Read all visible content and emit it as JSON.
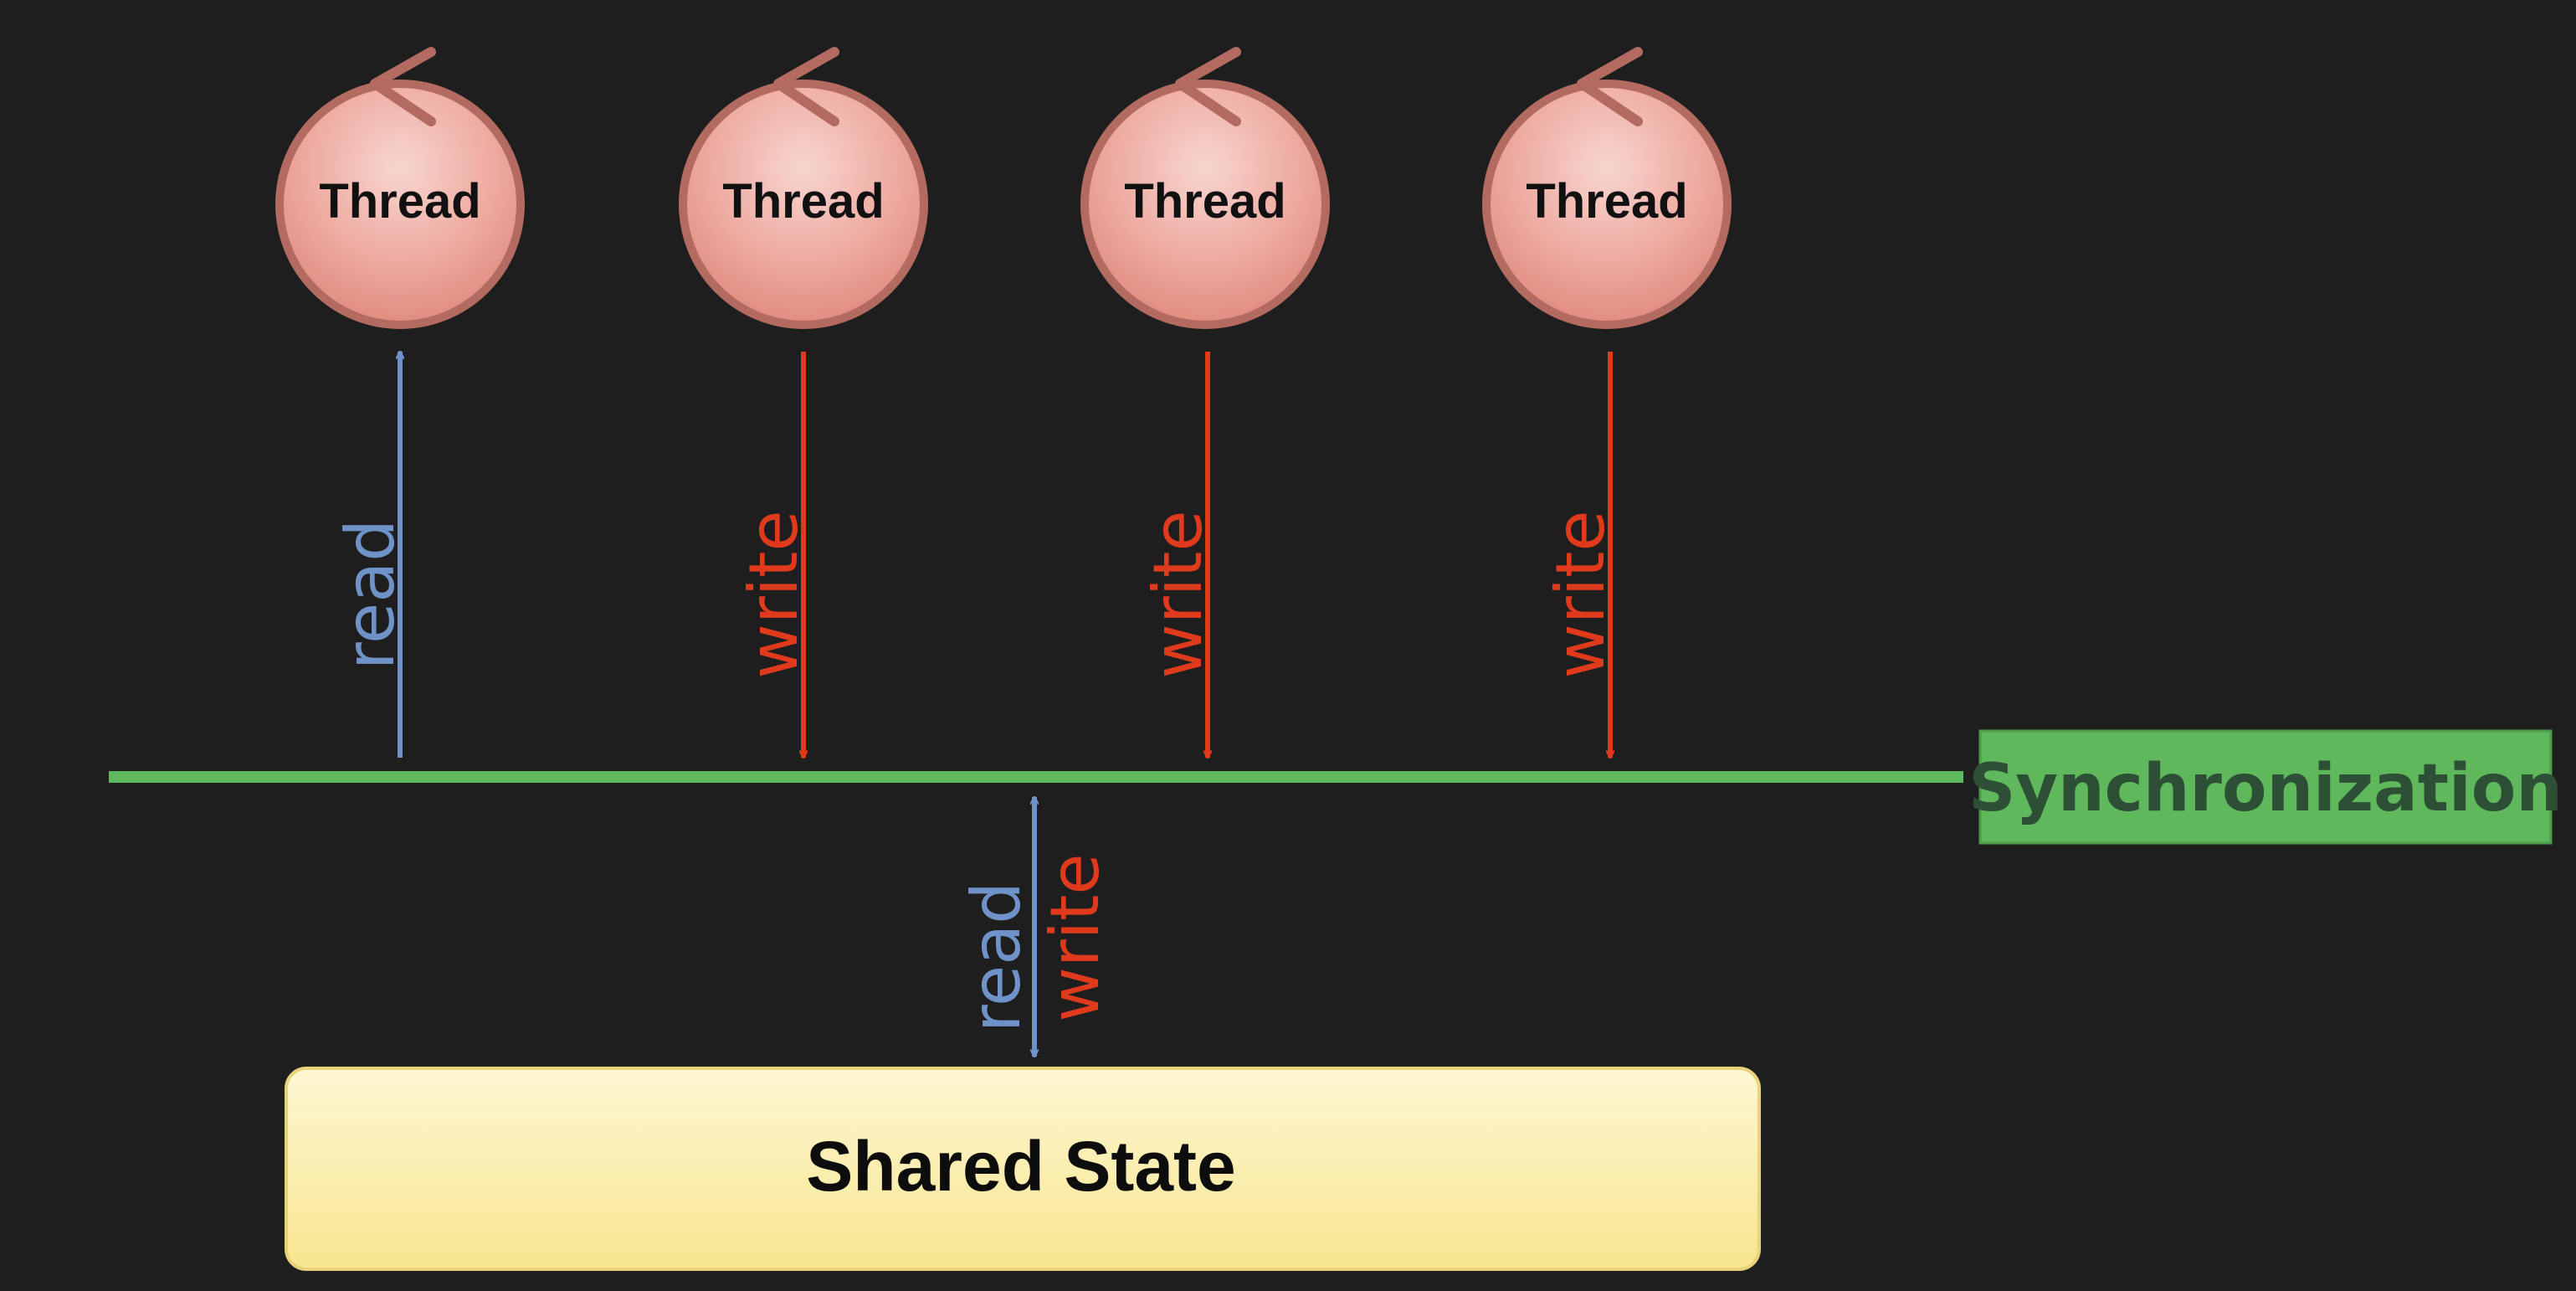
{
  "threads": [
    {
      "label": "Thread",
      "arrow_label": "read",
      "direction": "read"
    },
    {
      "label": "Thread",
      "arrow_label": "write",
      "direction": "write"
    },
    {
      "label": "Thread",
      "arrow_label": "write",
      "direction": "write"
    },
    {
      "label": "Thread",
      "arrow_label": "write",
      "direction": "write"
    }
  ],
  "synchronization": {
    "label": "Synchronization"
  },
  "shared_link": {
    "read_label": "read",
    "write_label": "write"
  },
  "shared_state": {
    "label": "Shared State"
  },
  "colors": {
    "background": "#1e1e1f",
    "read": "#6f93c8",
    "write": "#e03a1d",
    "sync": "#5fb85b",
    "shared_state": "#fbeda4"
  }
}
